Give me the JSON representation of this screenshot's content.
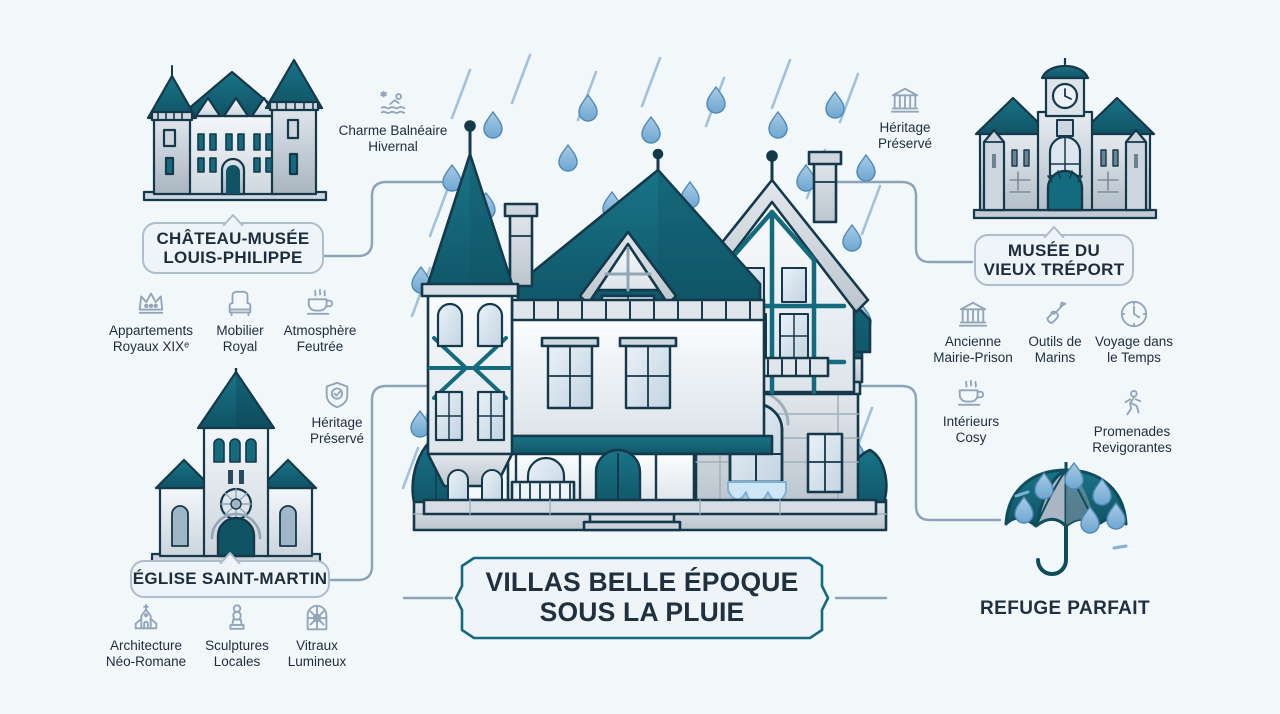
{
  "theme": {
    "background": "#f2f7fa",
    "teal": "#156b7e",
    "teal_dark": "#0f4d5c",
    "slate": "#93a6b8",
    "ink": "#1d2d3c",
    "stone": "#c5cdd6",
    "rain_blue": "#7fb0d6",
    "connector": "#8ca3b8"
  },
  "center": {
    "title_line1": "VILLAS BELLE ÉPOQUE",
    "title_line2": "SOUS LA PLUIE",
    "illustration": "belle-epoque-villa-in-rain"
  },
  "nodes": [
    {
      "id": "chateau",
      "label_line1": "CHÂTEAU-MUSÉE",
      "label_line2": "LOUIS-PHILIPPE",
      "illustration": "chateau-icon"
    },
    {
      "id": "musee",
      "label_line1": "MUSÉE DU",
      "label_line2": "VIEUX TRÉPORT",
      "illustration": "museum-building-icon"
    },
    {
      "id": "eglise",
      "label_line1": "ÉGLISE SAINT-MARTIN",
      "label_line2": "",
      "illustration": "church-icon"
    }
  ],
  "refuge": {
    "label": "REFUGE PARFAIT",
    "illustration": "umbrella-icon"
  },
  "features": {
    "top_center": {
      "icon": "winter-swim-icon",
      "line1": "Charme Balnéaire",
      "line2": "Hivernal"
    },
    "top_right": {
      "icon": "bank-icon",
      "line1": "Héritage",
      "line2": "Préservé"
    },
    "mid_left": {
      "icon": "shield-check-icon",
      "line1": "Héritage",
      "line2": "Préservé"
    },
    "chateau_row": [
      {
        "icon": "crown-icon",
        "line1": "Appartements",
        "line2": "Royaux XIXᵉ"
      },
      {
        "icon": "armchair-icon",
        "line1": "Mobilier",
        "line2": "Royal"
      },
      {
        "icon": "coffee-cup-icon",
        "line1": "Atmosphère",
        "line2": "Feutrée"
      }
    ],
    "eglise_row": [
      {
        "icon": "church-small-icon",
        "line1": "Architecture",
        "line2": "Néo-Romane"
      },
      {
        "icon": "statue-icon",
        "line1": "Sculptures",
        "line2": "Locales"
      },
      {
        "icon": "stained-glass-icon",
        "line1": "Vitraux",
        "line2": "Lumineux"
      }
    ],
    "musee_row": [
      {
        "icon": "bank-icon",
        "line1": "Ancienne",
        "line2": "Mairie-Prison"
      },
      {
        "icon": "trowel-icon",
        "line1": "Outils de",
        "line2": "Marins"
      },
      {
        "icon": "clock-icon",
        "line1": "Voyage dans",
        "line2": "le Temps"
      }
    ],
    "refuge_row": [
      {
        "icon": "coffee-cup-icon",
        "line1": "Intérieurs",
        "line2": "Cosy"
      },
      {
        "icon": "walking-person-icon",
        "line1": "Promenades",
        "line2": "Revigorantes"
      }
    ]
  }
}
